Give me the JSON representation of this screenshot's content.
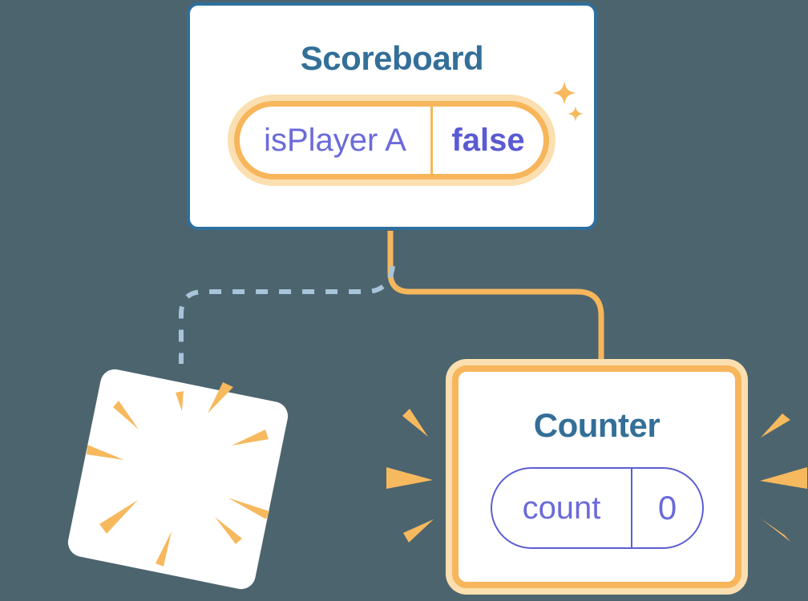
{
  "colors": {
    "background": "#4c646e",
    "card_bg": "#ffffff",
    "blue_border": "#2e6f9e",
    "title_text": "#336f98",
    "orange": "#f7b65c",
    "orange_glow": "#fbdfb0",
    "purple": "#6b6ada",
    "purple_dark": "#5a5ad2",
    "pill_purple_border": "#5a5fd2",
    "dashed_line": "#a8c4d9",
    "burst": "#f7b95e"
  },
  "scoreboard": {
    "title": "Scoreboard",
    "state": {
      "label": "isPlayer A",
      "value": "false"
    }
  },
  "counter": {
    "title": "Counter",
    "state": {
      "label": "count",
      "value": "0"
    }
  },
  "icons": {
    "sparkles": "sparkles-icon",
    "poof_burst": "poof-burst-icon",
    "emphasis_left": "emphasis-burst-left-icon",
    "emphasis_right": "emphasis-burst-right-icon"
  }
}
